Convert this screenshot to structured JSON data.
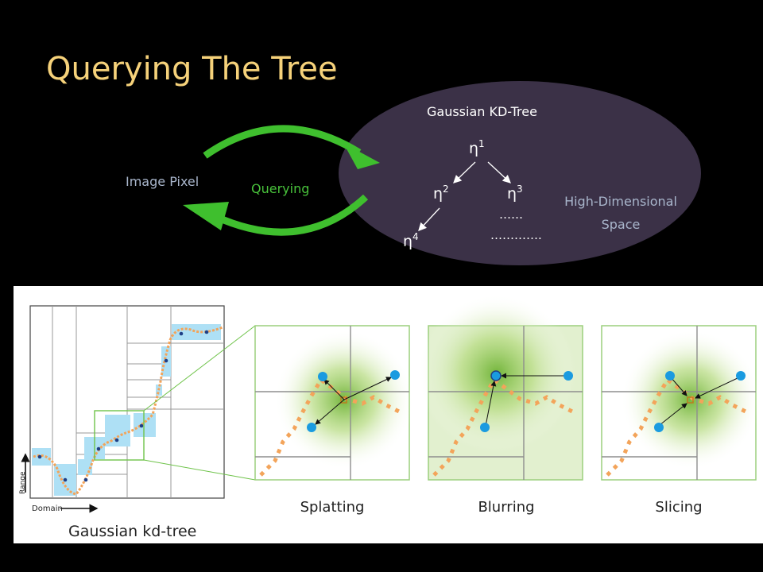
{
  "title": "Querying The Tree",
  "top_diagram": {
    "space_title": "Gaussian KD-Tree",
    "image_pixel": "Image Pixel",
    "querying": "Querying",
    "high_dim_line1": "High-Dimensional",
    "high_dim_line2": "Space",
    "eta": "η",
    "nodes": [
      {
        "sup": "1"
      },
      {
        "sup": "2"
      },
      {
        "sup": "3"
      },
      {
        "sup": "4"
      }
    ],
    "dots_short": "……",
    "dots_long": "…………."
  },
  "figure": {
    "caption_left": "Gaussian kd-tree",
    "axis_range": "Range",
    "axis_domain": "Domain",
    "panels": [
      "Splatting",
      "Blurring",
      "Slicing"
    ]
  },
  "colors": {
    "title": "#f6d27a",
    "ellipse": "#3b3147",
    "arrow_green": "#3fbf2e",
    "querying_text": "#48c23b",
    "pale_text": "#a9b6cc",
    "sample_orange": "#f3a45a",
    "node_blue": "#1a9be0",
    "cell_blue": "#aee0f5"
  }
}
